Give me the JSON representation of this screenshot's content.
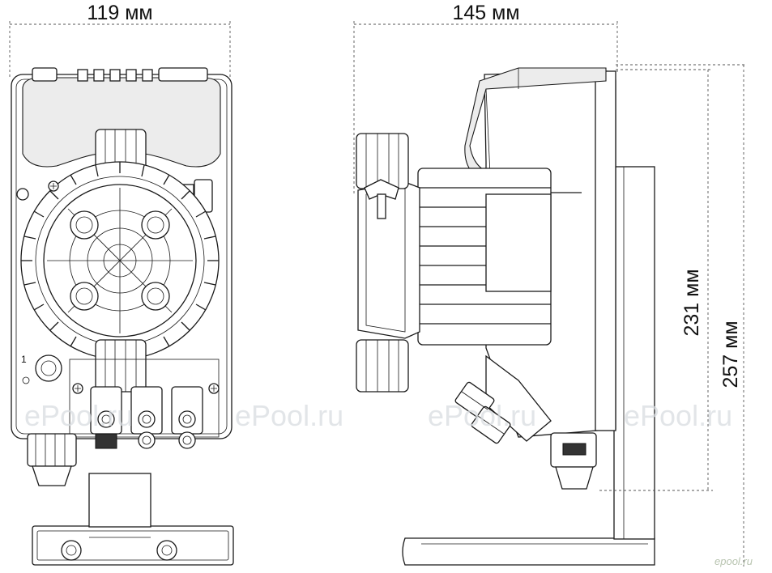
{
  "dimensions": {
    "front_width": "119 мм",
    "side_depth": "145 мм",
    "body_height": "231 мм",
    "total_height": "257 мм"
  },
  "watermarks": [
    "ePool.ru",
    "ePool.ru",
    "ePool.ru",
    "ePool.ru"
  ],
  "front_label": "1",
  "logo": "epool.ru"
}
